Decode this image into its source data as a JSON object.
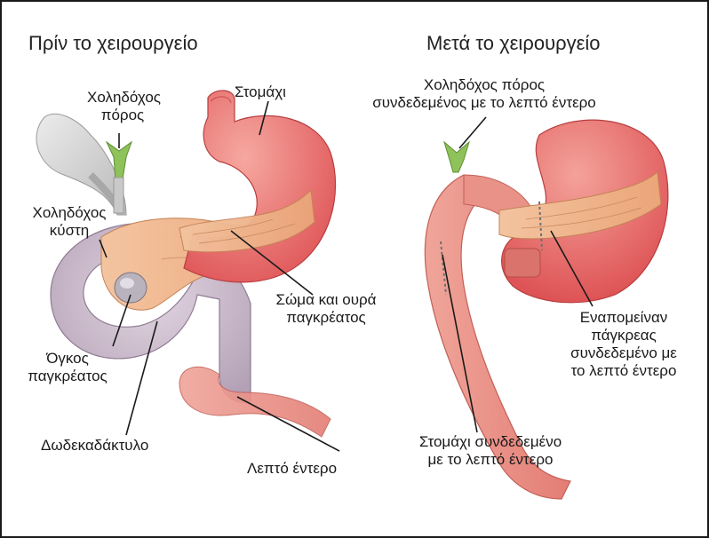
{
  "panels": {
    "before": {
      "title": "Πρίν το χειρουργείο",
      "labels": {
        "bile_duct": [
          "Χοληδόχος",
          "πόρος"
        ],
        "stomach": "Στομάχι",
        "gallbladder": [
          "Χοληδόχος",
          "κύστη"
        ],
        "pancreas_body_tail": [
          "Σώμα και ουρά",
          "παγκρέατος"
        ],
        "tumor": [
          "Όγκος",
          "παγκρέατος"
        ],
        "duodenum": "Δωδεκαδάκτυλο",
        "small_intestine": "Λεπτό έντερο"
      }
    },
    "after": {
      "title": "Μετά το χειρουργείο",
      "labels": {
        "bile_duct_connected": [
          "Χοληδόχος πόρος",
          "συνδεδεμένος με το λεπτό έντερο"
        ],
        "remaining_pancreas": [
          "Εναπομείναν",
          "πάγκρεας",
          "συνδεδεμένο με",
          "το λεπτό έντερο"
        ],
        "stomach_connected": [
          "Στομάχι συνδεδεμένο",
          "με το λεπτό έντερο"
        ]
      }
    }
  },
  "colors": {
    "stomach": "#e0585a",
    "stomach_light": "#f6a8a0",
    "pancreas": "#f0b488",
    "duodenum": "#c9b7c9",
    "bile_duct": "#8fc25a",
    "gallbladder": "#cfcfcf",
    "leader_line": "#1a1a1a"
  }
}
